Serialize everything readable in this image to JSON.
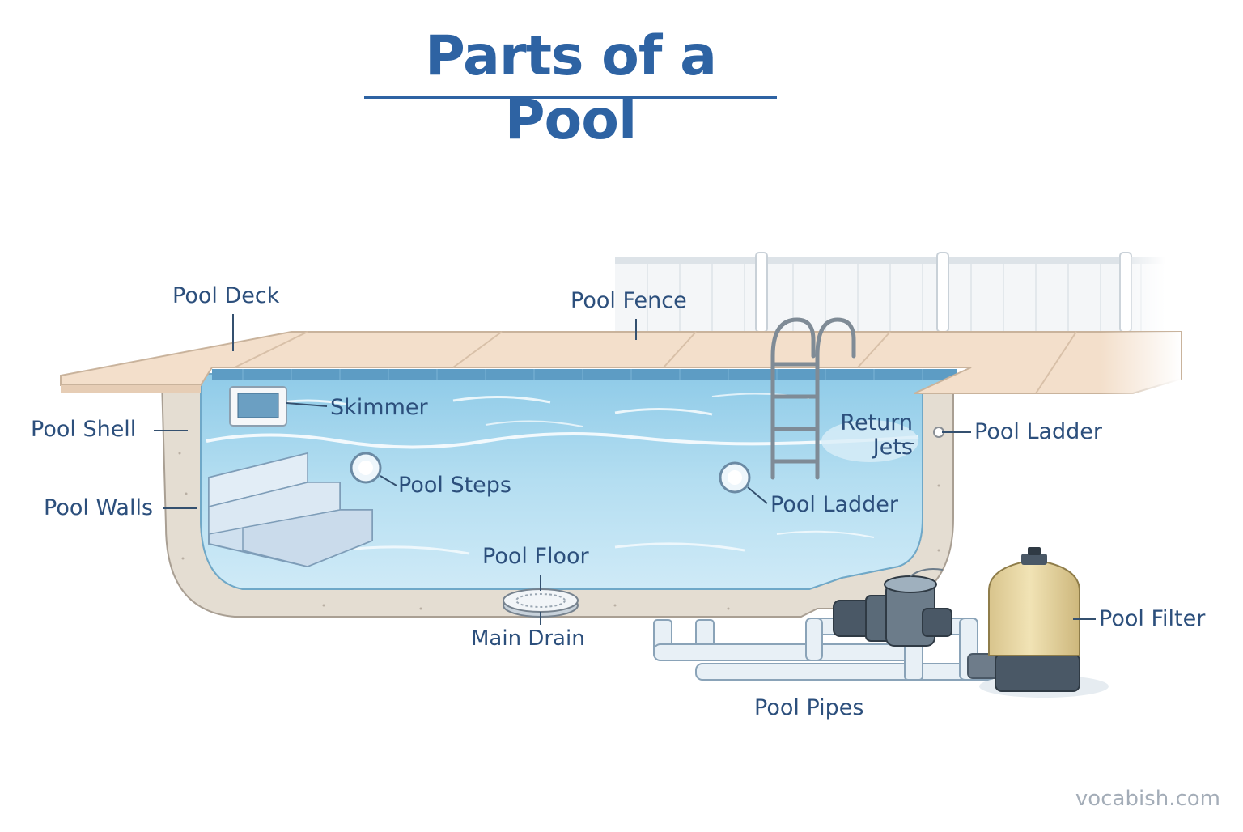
{
  "title": "Parts of a Pool",
  "labels": {
    "pool_deck": "Pool Deck",
    "pool_fence": "Pool Fence",
    "skimmer": "Skimmer",
    "pool_shell": "Pool Shell",
    "return_jets_line1": "Return",
    "return_jets_line2": "Jets",
    "pool_ladder_right": "Pool Ladder",
    "pool_steps": "Pool Steps",
    "pool_walls": "Pool Walls",
    "pool_ladder_inner": "Pool Ladder",
    "pool_floor": "Pool Floor",
    "main_drain": "Main Drain",
    "pool_filter": "Pool Filter",
    "pool_pipes": "Pool Pipes"
  },
  "watermark": "vocabish.com",
  "colors": {
    "title": "#2e63a3",
    "label_text": "#2c4f7c",
    "water": "#a9d8ef",
    "deck": "#f3dfcb",
    "shell": "#e4ddd2",
    "filter_tank": "#e9d9a6",
    "pump": "#4a5866",
    "pipes": "#dfeaf3"
  }
}
